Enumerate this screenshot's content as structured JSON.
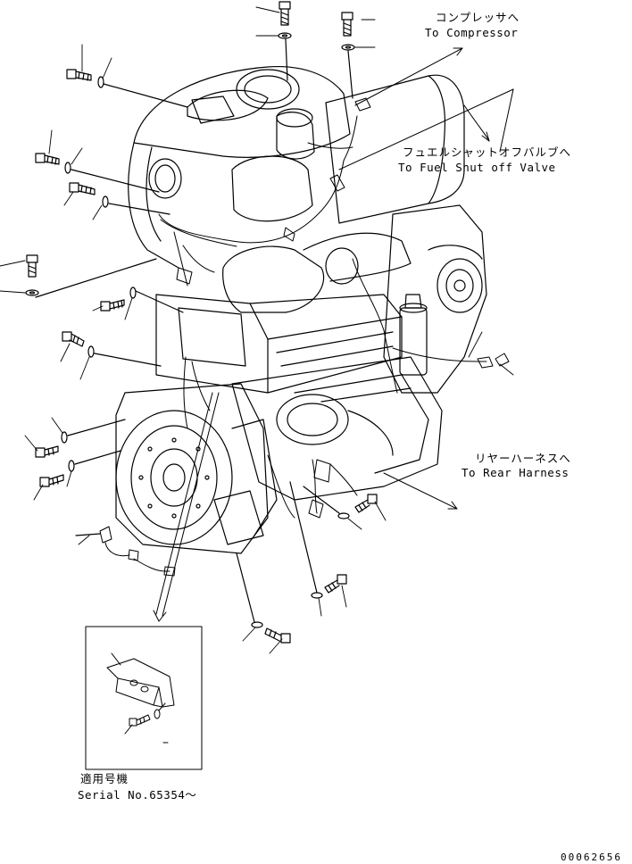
{
  "labels": {
    "to_compressor_jp": "コンプレッサへ",
    "to_compressor_en": "To Compressor",
    "to_fuel_valve_jp": "フュエルシャットオフバルブへ",
    "to_fuel_valve_en": "To Fuel Shut off Valve",
    "to_rear_harness_jp": "リヤーハーネスへ",
    "to_rear_harness_en": "To Rear Harness",
    "serial_jp": "適用号機",
    "serial_en": "Serial No.65354～",
    "drawing_code": "00062656"
  }
}
